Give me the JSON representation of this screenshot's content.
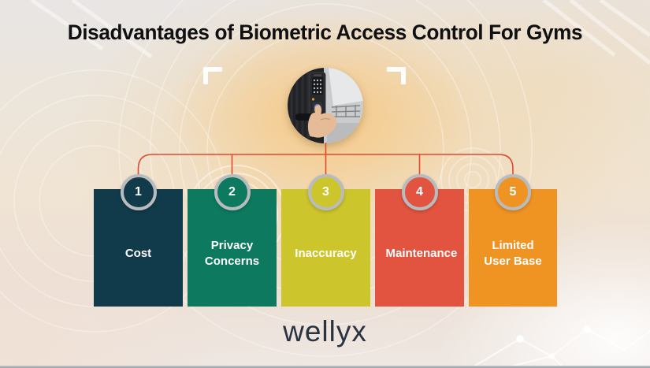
{
  "title": "Disadvantages of Biometric Access Control For Gyms",
  "brand": {
    "logo_text": "wellyx"
  },
  "center_image": {
    "icon": "biometric-door-lock-photo",
    "description": "hand touching fingerprint scanner on smart door lock"
  },
  "icons": {
    "left_bracket": "camera-focus-bracket-left",
    "right_bracket": "camera-focus-bracket-right",
    "fingerprint": "fingerprint-watermark",
    "network": "circuit-nodes-pattern"
  },
  "items": [
    {
      "number": "1",
      "label": "Cost",
      "color": "#113b4b"
    },
    {
      "number": "2",
      "label": "Privacy Concerns",
      "color": "#0d7a60"
    },
    {
      "number": "3",
      "label": "Inaccuracy",
      "color": "#ccc52b"
    },
    {
      "number": "4",
      "label": "Maintenance",
      "color": "#e25440"
    },
    {
      "number": "5",
      "label": "Limited User Base",
      "color": "#ef9323"
    }
  ],
  "colors": {
    "connector": "#e04b2e",
    "number_ring": "#b9bcbe",
    "title_text": "#101013",
    "logo_text": "#2a3340",
    "background_glow": "#f6c67e"
  }
}
